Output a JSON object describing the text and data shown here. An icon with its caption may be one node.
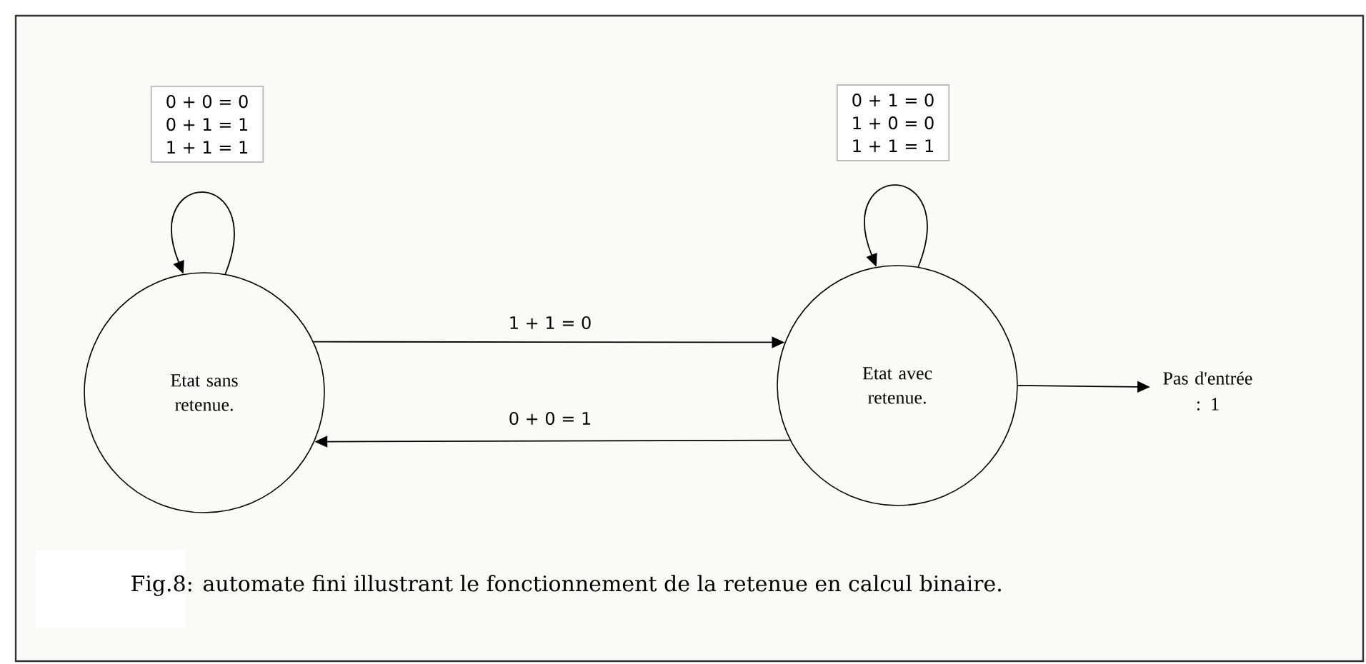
{
  "diagram": {
    "caption": "Fig.8: automate fini illustrant le fonctionnement de la retenue en calcul binaire.",
    "nodes": [
      {
        "text": [
          "0 + 0 = 0",
          "0 + 1 = 1",
          "1 + 1 = 1"
        ]
      },
      {
        "text": [
          "0 + 1 = 0",
          "1 + 0 = 0",
          "1 + 1 = 1"
        ]
      },
      {
        "text": [
          "Etat sans retenue."
        ]
      },
      {
        "text": [
          "Etat avec retenue."
        ]
      },
      {
        "text": [
          "Pas d'entrée : 1"
        ]
      }
    ],
    "edges": [
      {
        "from": 2,
        "to": 2,
        "arrow": "to"
      },
      {
        "from": 3,
        "to": 3,
        "arrow": "to"
      },
      {
        "from": 2,
        "to": 3,
        "arrow": "to",
        "label": "1 + 1 = 0"
      },
      {
        "from": 3,
        "to": 2,
        "arrow": "to",
        "label": "0 + 0 = 1"
      },
      {
        "from": 3,
        "to": 4,
        "arrow": "to"
      }
    ]
  }
}
